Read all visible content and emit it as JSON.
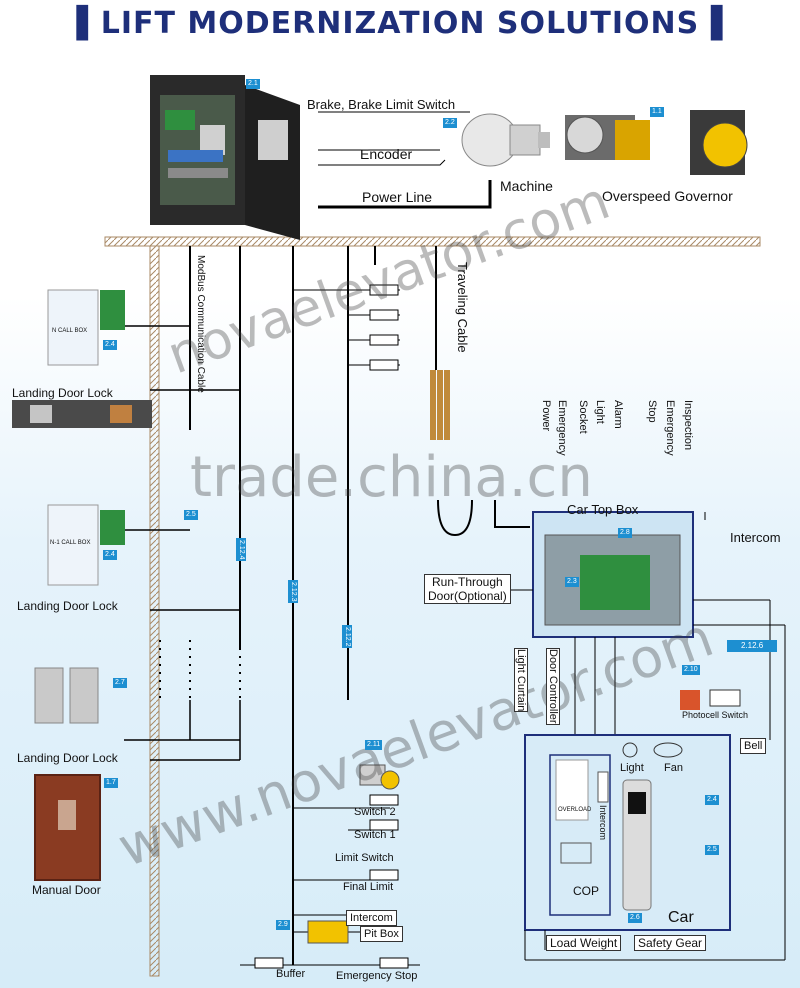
{
  "title": "▌LIFT MODERNIZATION SOLUTIONS▐",
  "labels": {
    "brake": "Brake, Brake Limit Switch",
    "encoder": "Encoder",
    "machine": "Machine",
    "power_line": "Power Line",
    "overspeed": "Overspeed Governor",
    "modbus": "ModBus Communication Cable",
    "traveling": "Traveling Cable",
    "n_call_box": "N CALL BOX",
    "n1_call_box": "N-1 CALL BOX",
    "landing_lock_1": "Landing Door Lock",
    "landing_lock_2": "Landing Door Lock",
    "landing_lock_3": "Landing Door Lock",
    "manual_door": "Manual Door",
    "car_top_box": "Car Top Box",
    "intercom_top": "Intercom",
    "run_through_1": "Run-Through",
    "run_through_2": "Door(Optional)",
    "light_curtain": "Light Curtain",
    "door_controller": "Door Controller",
    "photocell": "Photocell Switch",
    "bell": "Bell",
    "light": "Light",
    "fan": "Fan",
    "overload": "OVERLOAD",
    "intercom_cop": "Intercom",
    "cop": "COP",
    "car": "Car",
    "load_weight": "Load  Weight",
    "safety_gear": "Safety Gear",
    "switch2": "Switch 2",
    "switch1": "Switch 1",
    "limit_switch": "Limit  Switch",
    "final_limit": "Final Limit",
    "intercom_pit": "Intercom",
    "pit_box": "Pit Box",
    "buffer": "Buffer",
    "emergency_stop": "Emergency  Stop",
    "v_power": "Power",
    "v_emer1": "Emergency",
    "v_socket": "Socket",
    "v_light": "Light",
    "v_alarm": "Alarm",
    "v_stop": "Stop",
    "v_emer2": "Emergency",
    "v_inspect": "Inspection"
  },
  "tags": {
    "t21": "2.1",
    "t22": "2.2",
    "t11": "1.1",
    "t24a": "2.4",
    "t25": "2.5",
    "t2124": "2.12.4",
    "t24b": "2.4",
    "t27": "2.7",
    "t17": "1.7",
    "t2123": "2.12.3",
    "t2122": "2.12.2",
    "t28": "2.8",
    "t23": "2.3",
    "t2126": "2.12.6",
    "t210": "2.10",
    "t211": "2.11",
    "t29": "2.9",
    "t24c": "2.4",
    "t25b": "2.5",
    "t26": "2.6"
  },
  "watermarks": {
    "w1": "novaelevator.com",
    "w2": "trade.china.cn",
    "w3": "www.novaelevator.com"
  },
  "colors": {
    "title": "#1e2f7a",
    "tag": "#1d8fd1",
    "wall": "#d8b890",
    "door": "#8a3b22",
    "cabinet": "#2a2a2a"
  }
}
